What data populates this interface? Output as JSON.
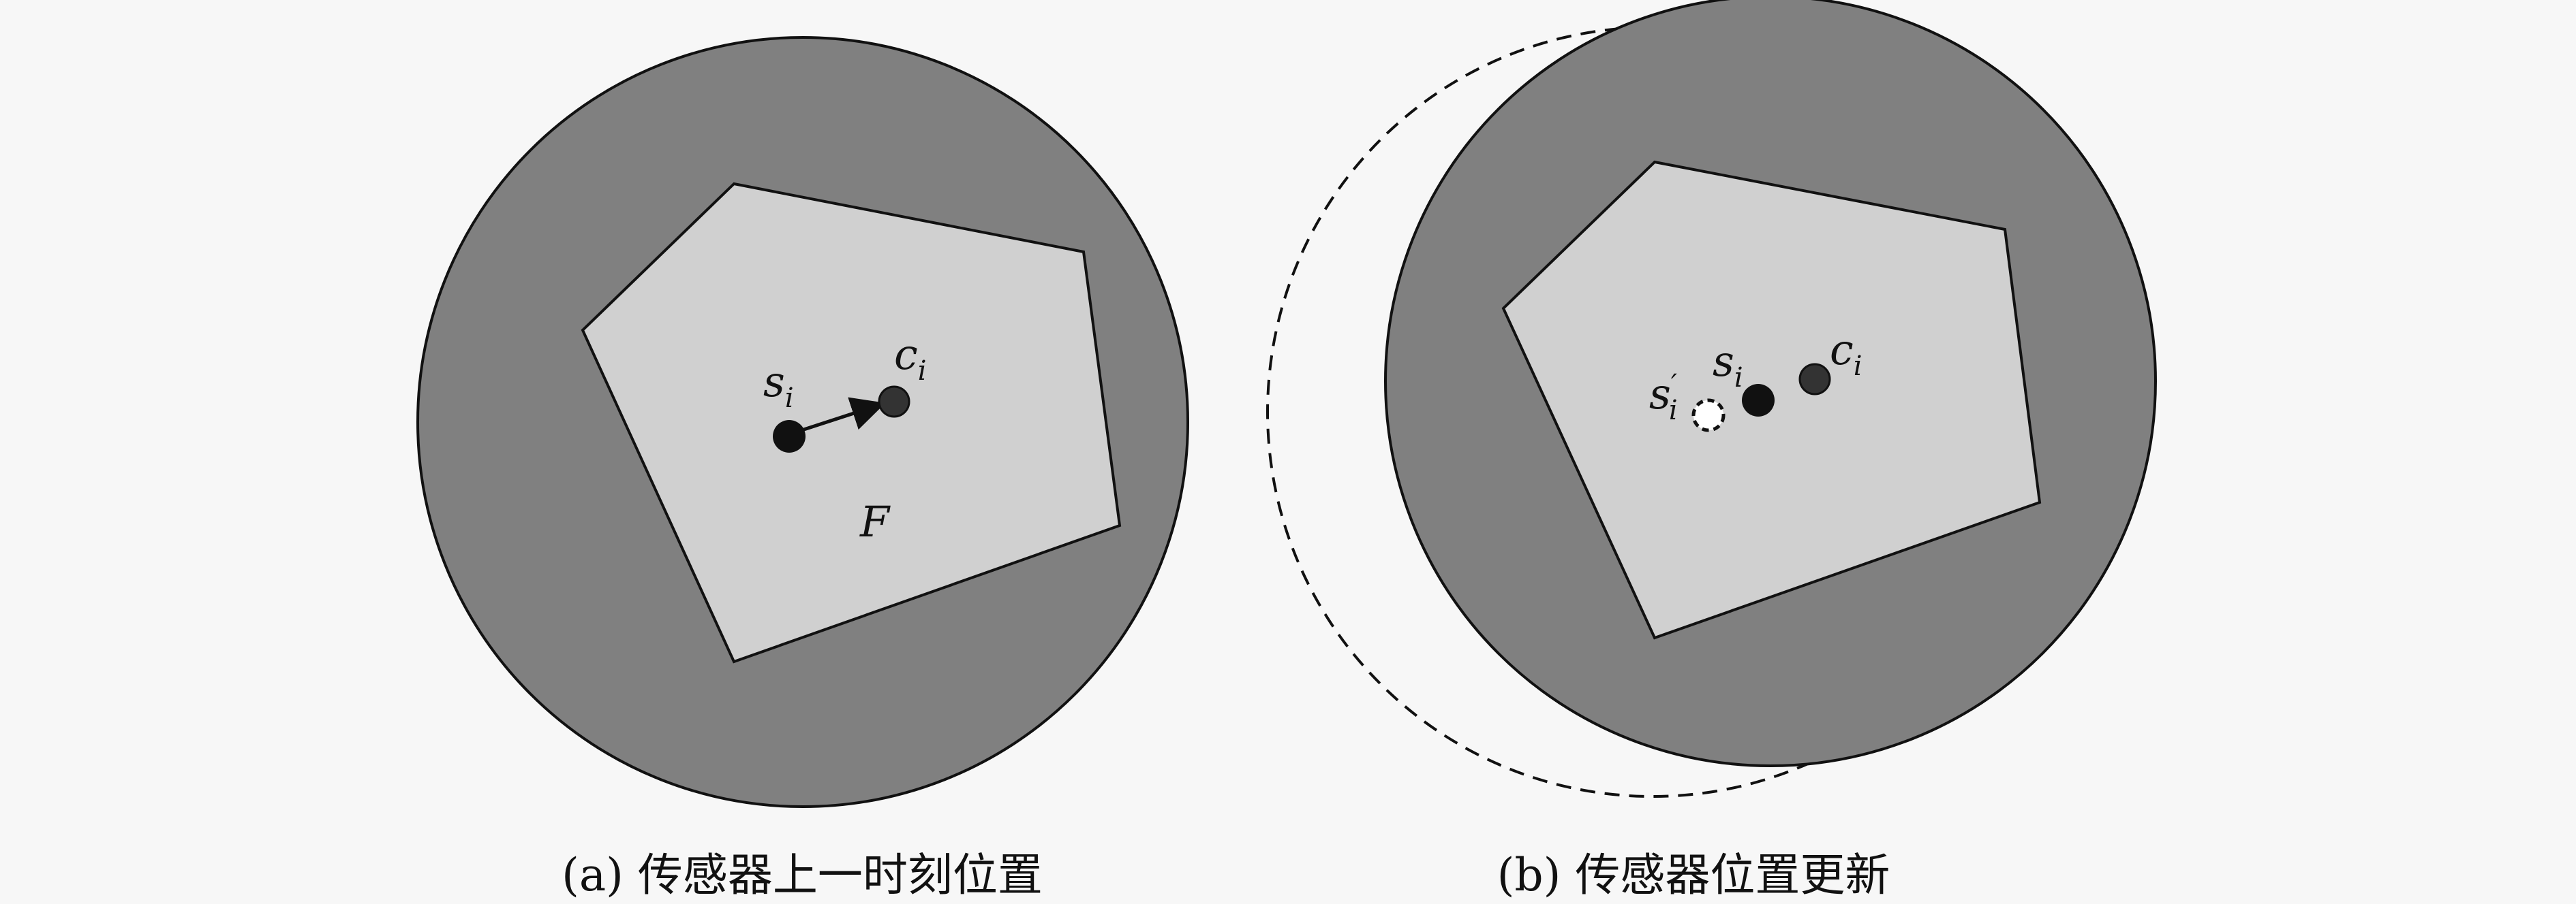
{
  "panel_a": {
    "caption": "(a) 传感器上一时刻位置",
    "labels": {
      "sensor": "s",
      "sensor_sub": "i",
      "centroid": "c",
      "centroid_sub": "i",
      "region": "F"
    }
  },
  "panel_b": {
    "caption": "(b) 传感器位置更新",
    "labels": {
      "sensor": "s",
      "sensor_sub": "i",
      "centroid": "c",
      "centroid_sub": "i",
      "previous": "s",
      "previous_sub": "i",
      "previous_prime": "′"
    }
  },
  "colors": {
    "background": "#f7f7f7",
    "sensing_disk": "#808080",
    "voronoi_cell": "#d0d0d0",
    "sensor_dot": "#111111",
    "centroid_dot": "#333333"
  }
}
